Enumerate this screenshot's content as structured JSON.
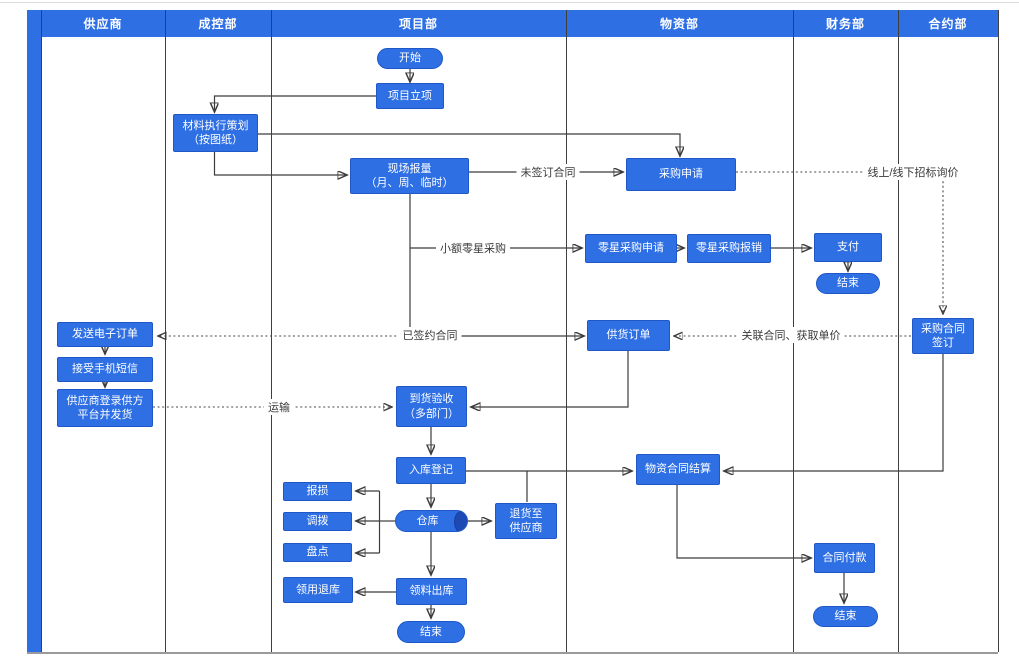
{
  "colors": {
    "accent_blue": "#2E6FE4",
    "box_border": "#1F57C6",
    "cylinder_cap": "#1C49B4",
    "line": "#3C3C3C",
    "lane_border": "#3F3F3F"
  },
  "lanes": [
    {
      "label": "供应商"
    },
    {
      "label": "成控部"
    },
    {
      "label": "项目部"
    },
    {
      "label": "物资部"
    },
    {
      "label": "财务部"
    },
    {
      "label": "合约部"
    }
  ],
  "nodes": {
    "start": {
      "type": "start",
      "label": "开始"
    },
    "project_initiation": {
      "type": "process",
      "label": "项目立项"
    },
    "material_execution_plan": {
      "type": "process",
      "label": "材料执行策划\n（按图纸）"
    },
    "site_quantity_report": {
      "type": "process",
      "label": "现场报量\n（月、周、临时）"
    },
    "purchase_request": {
      "type": "process",
      "label": "采购申请"
    },
    "petty_purchase_request": {
      "type": "process",
      "label": "零星采购申请"
    },
    "petty_purchase_reimburse": {
      "type": "process",
      "label": "零星采购报销"
    },
    "payment": {
      "type": "process",
      "label": "支付"
    },
    "end_finance_top": {
      "type": "end",
      "label": "结束"
    },
    "send_eorder": {
      "type": "process",
      "label": "发送电子订单"
    },
    "receive_sms": {
      "type": "process",
      "label": "接受手机短信"
    },
    "supplier_login_ship": {
      "type": "process",
      "label": "供应商登录供方\n平台并发货"
    },
    "supply_order": {
      "type": "process",
      "label": "供货订单"
    },
    "purchase_contract_sign": {
      "type": "process",
      "label": "采购合同\n签订"
    },
    "arrival_inspection": {
      "type": "process",
      "label": "到货验收\n（多部门）"
    },
    "warehouse_registration": {
      "type": "process",
      "label": "入库登记"
    },
    "damage_report": {
      "type": "process",
      "label": "报损"
    },
    "transfer": {
      "type": "process",
      "label": "调拨"
    },
    "stocktake": {
      "type": "process",
      "label": "盘点"
    },
    "warehouse": {
      "type": "datastore",
      "label": "仓库"
    },
    "return_to_supplier": {
      "type": "process",
      "label": "退货至\n供应商"
    },
    "requisition_return": {
      "type": "process",
      "label": "领用退库"
    },
    "material_issue": {
      "type": "process",
      "label": "领料出库"
    },
    "end_project": {
      "type": "end",
      "label": "结束"
    },
    "material_contract_settle": {
      "type": "process",
      "label": "物资合同结算"
    },
    "contract_payment": {
      "type": "process",
      "label": "合同付款"
    },
    "end_finance_bottom": {
      "type": "end",
      "label": "结束"
    }
  },
  "edge_labels": {
    "no_contract": {
      "text": "未签订合同"
    },
    "bidding_inquiry": {
      "text": "线上/线下招标询价"
    },
    "petty_purchase": {
      "text": "小额零星采购"
    },
    "signed_contract": {
      "text": "已签约合同"
    },
    "link_contract_price": {
      "text": "关联合同、获取单价"
    },
    "transport": {
      "text": "运输"
    }
  }
}
